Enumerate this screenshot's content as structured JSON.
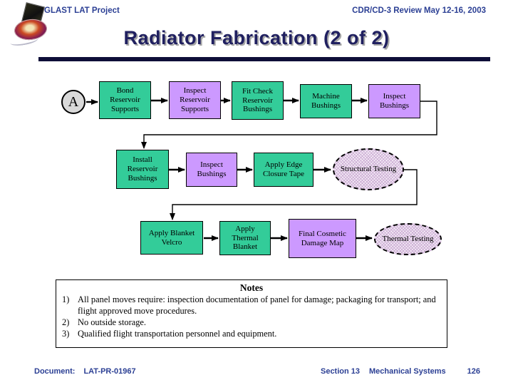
{
  "header": {
    "project": "GLAST LAT Project",
    "review": "CDR/CD-3 Review May 12-16, 2003",
    "title": "Radiator Fabrication (2 of 2)"
  },
  "flow": {
    "entry": {
      "label": "A"
    },
    "nodes": [
      {
        "id": "bond",
        "type": "process-green",
        "label": "Bond Reservoir Supports"
      },
      {
        "id": "inspect-reservoir-supports",
        "type": "inspect-purple",
        "label": "Inspect Reservoir Supports"
      },
      {
        "id": "fit-check",
        "type": "process-green",
        "label": "Fit Check Reservoir Bushings"
      },
      {
        "id": "machine-bushings",
        "type": "process-green",
        "label": "Machine Bushings"
      },
      {
        "id": "inspect-bushings-1",
        "type": "inspect-purple",
        "label": "Inspect Bushings"
      },
      {
        "id": "install-reservoir-bushings",
        "type": "process-green",
        "label": "Install Reservoir Bushings"
      },
      {
        "id": "inspect-bushings-2",
        "type": "inspect-purple",
        "label": "Inspect Bushings"
      },
      {
        "id": "apply-edge-closure-tape",
        "type": "process-green",
        "label": "Apply Edge Closure Tape"
      },
      {
        "id": "structural-testing",
        "type": "test-ellipse",
        "label": "Structural Testing"
      },
      {
        "id": "apply-blanket-velcro",
        "type": "process-green",
        "label": "Apply Blanket Velcro"
      },
      {
        "id": "apply-thermal-blanket",
        "type": "process-green",
        "label": "Apply Thermal Blanket"
      },
      {
        "id": "final-cosmetic-damage-map",
        "type": "inspect-purple",
        "label": "Final Cosmetic Damage Map"
      },
      {
        "id": "thermal-testing",
        "type": "test-ellipse",
        "label": "Thermal Testing"
      }
    ]
  },
  "notes": {
    "title": "Notes",
    "items": [
      {
        "num": "1)",
        "text": "All panel moves require:  inspection documentation of  panel for damage; packaging for transport; and flight approved move procedures."
      },
      {
        "num": "2)",
        "text": "No outside storage."
      },
      {
        "num": "3)",
        "text": "Qualified flight transportation personnel and equipment."
      }
    ]
  },
  "footer": {
    "document_label": "Document:",
    "document_value": "LAT-PR-01967",
    "section": "Section 13",
    "section_name": "Mechanical Systems",
    "page": "126"
  },
  "colors": {
    "process_green": "#33CC99",
    "inspect_purple": "#CC99FF",
    "test_ellipse_fill": "#F4ECF6",
    "entry_circle_gray": "#D9D9D9",
    "header_blue": "#2B3F94",
    "title_navy": "#202060",
    "rule_navy": "#0E0E38",
    "connector_black": "#000000"
  }
}
